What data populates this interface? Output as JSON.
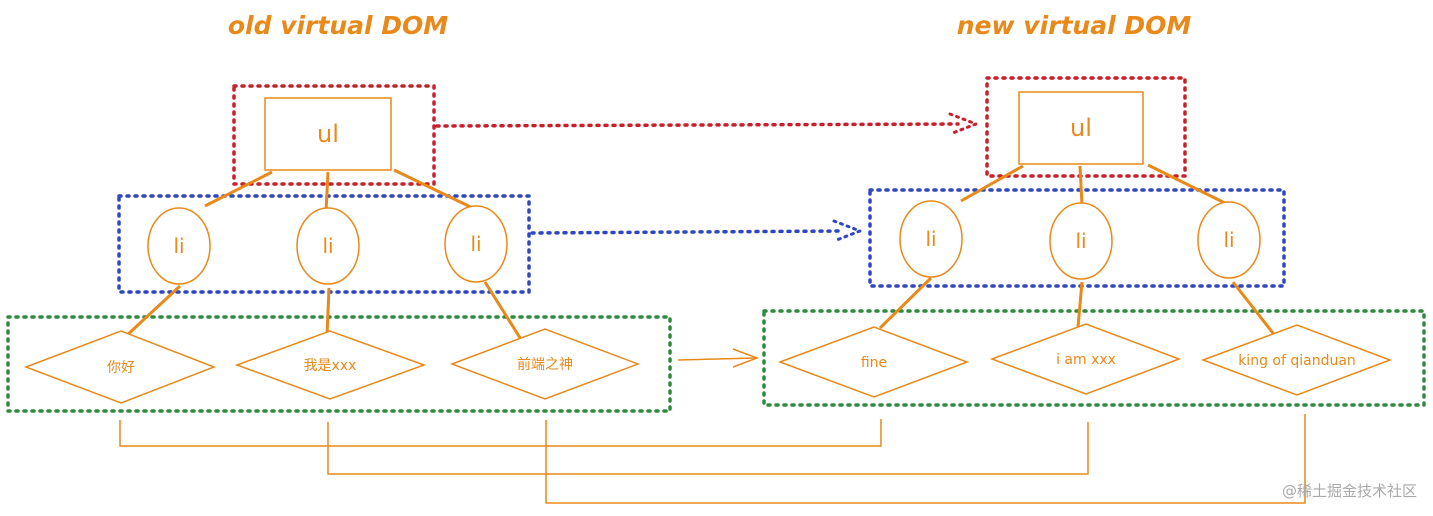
{
  "titles": {
    "old": "old virtual DOM",
    "new": "new virtual DOM"
  },
  "old_tree": {
    "root": "ul",
    "items": [
      "li",
      "li",
      "li"
    ],
    "texts": [
      "你好",
      "我是xxx",
      "前端之神"
    ]
  },
  "new_tree": {
    "root": "ul",
    "items": [
      "li",
      "li",
      "li"
    ],
    "texts": [
      "fine",
      "i am xxx",
      "king of qianduan"
    ]
  },
  "colors": {
    "orange": "#e8891a",
    "red": "#c8202a",
    "blue": "#2f47c2",
    "green": "#2f8a3e"
  },
  "watermark": "@稀土掘金技术社区"
}
